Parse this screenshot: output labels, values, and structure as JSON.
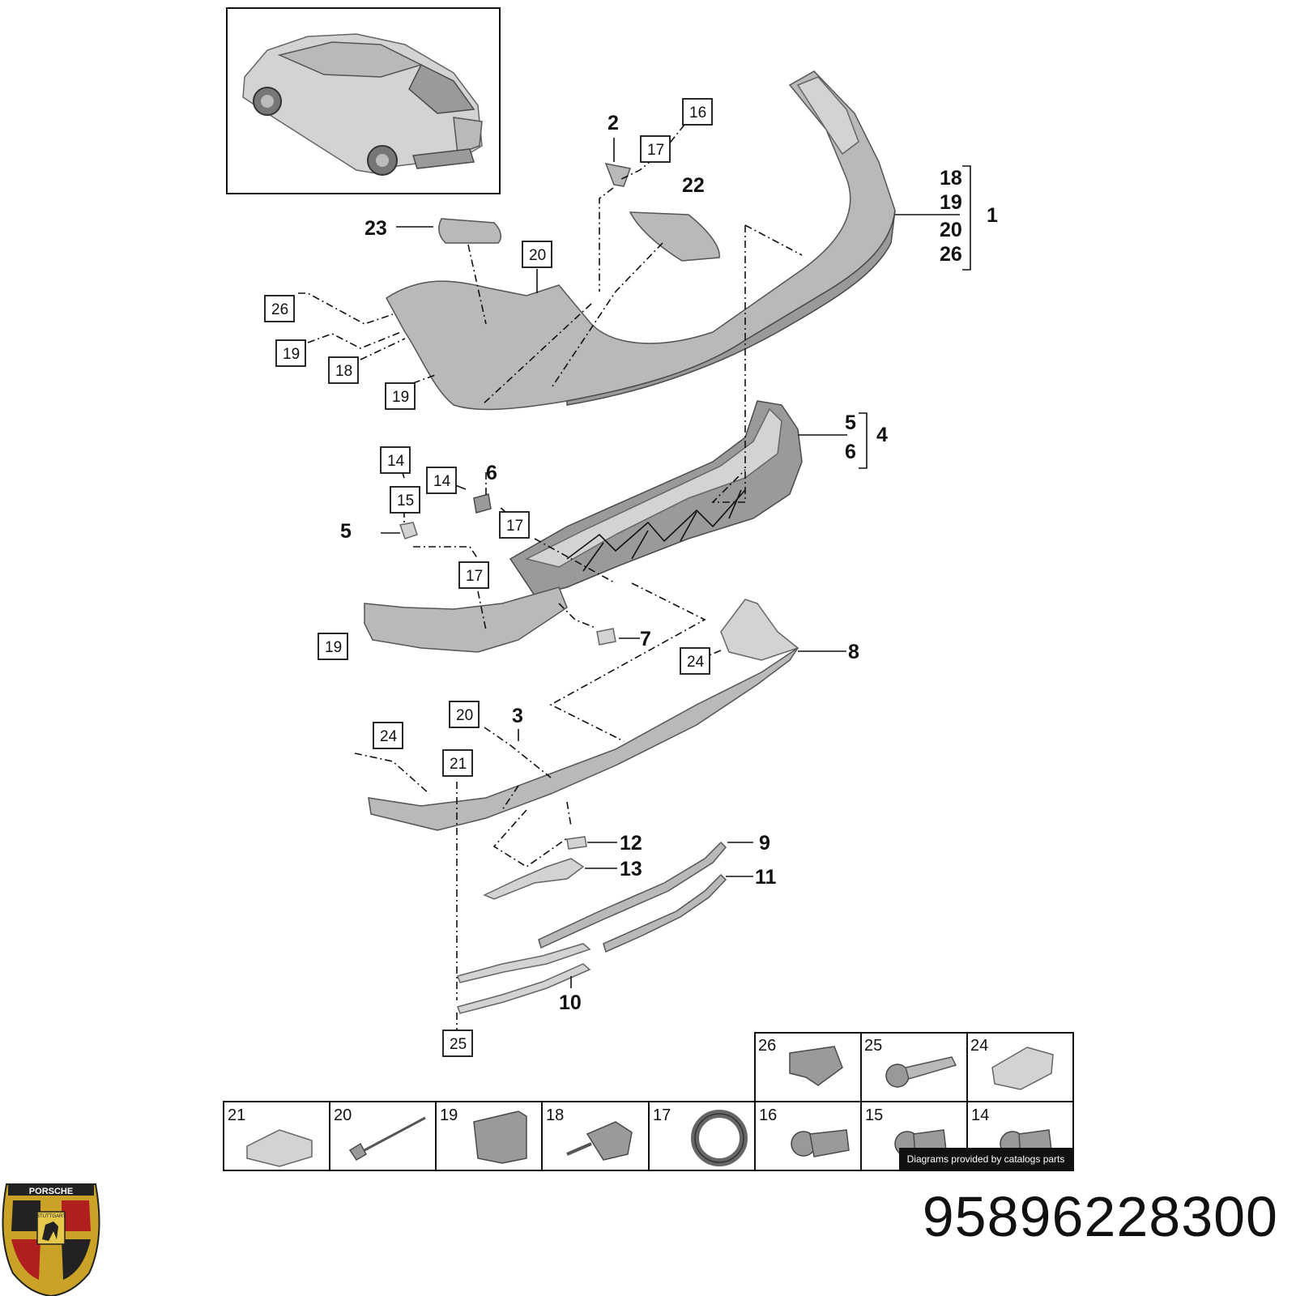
{
  "part_number": "95896228300",
  "credit_text": "Diagrams provided by catalogs parts",
  "brand_logo": {
    "icon": "porsche-crest",
    "text_top": "PORSCHE",
    "text_mid": "STUTTGART"
  },
  "callouts": {
    "c1": "1",
    "c2": "2",
    "c3": "3",
    "c4": "4",
    "c5a": "5",
    "c5b": "5",
    "c6a": "6",
    "c6b": "6",
    "c7": "7",
    "c8": "8",
    "c9": "9",
    "c10": "10",
    "c11": "11",
    "c12": "12",
    "c13": "13",
    "c22": "22",
    "c23": "23",
    "g18": "18",
    "g19": "19",
    "g20": "20",
    "g26": "26"
  },
  "boxed_refs": {
    "b16": "16",
    "b17a": "17",
    "b20a": "20",
    "b26": "26",
    "b19a": "19",
    "b18": "18",
    "b19b": "19",
    "b14a": "14",
    "b14b": "14",
    "b15": "15",
    "b17b": "17",
    "b17c": "17",
    "b19c": "19",
    "b24a": "24",
    "b20b": "20",
    "b24b": "24",
    "b21": "21",
    "b25": "25"
  },
  "fastener_table": {
    "row1": [
      "26",
      "25",
      "24"
    ],
    "row2": [
      "21",
      "20",
      "19",
      "18",
      "17",
      "16",
      "15",
      "14"
    ]
  }
}
